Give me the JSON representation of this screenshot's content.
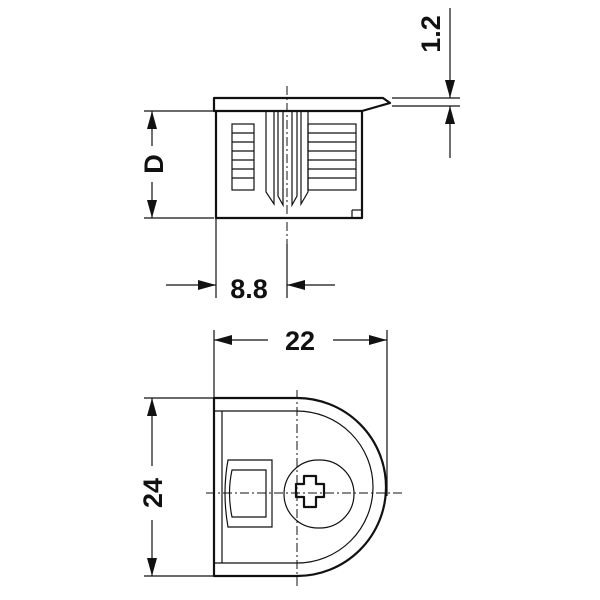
{
  "dimensions": {
    "height_top": "1.2",
    "depth": "D",
    "offset": "8.8",
    "width": "22",
    "diameter": "24"
  }
}
